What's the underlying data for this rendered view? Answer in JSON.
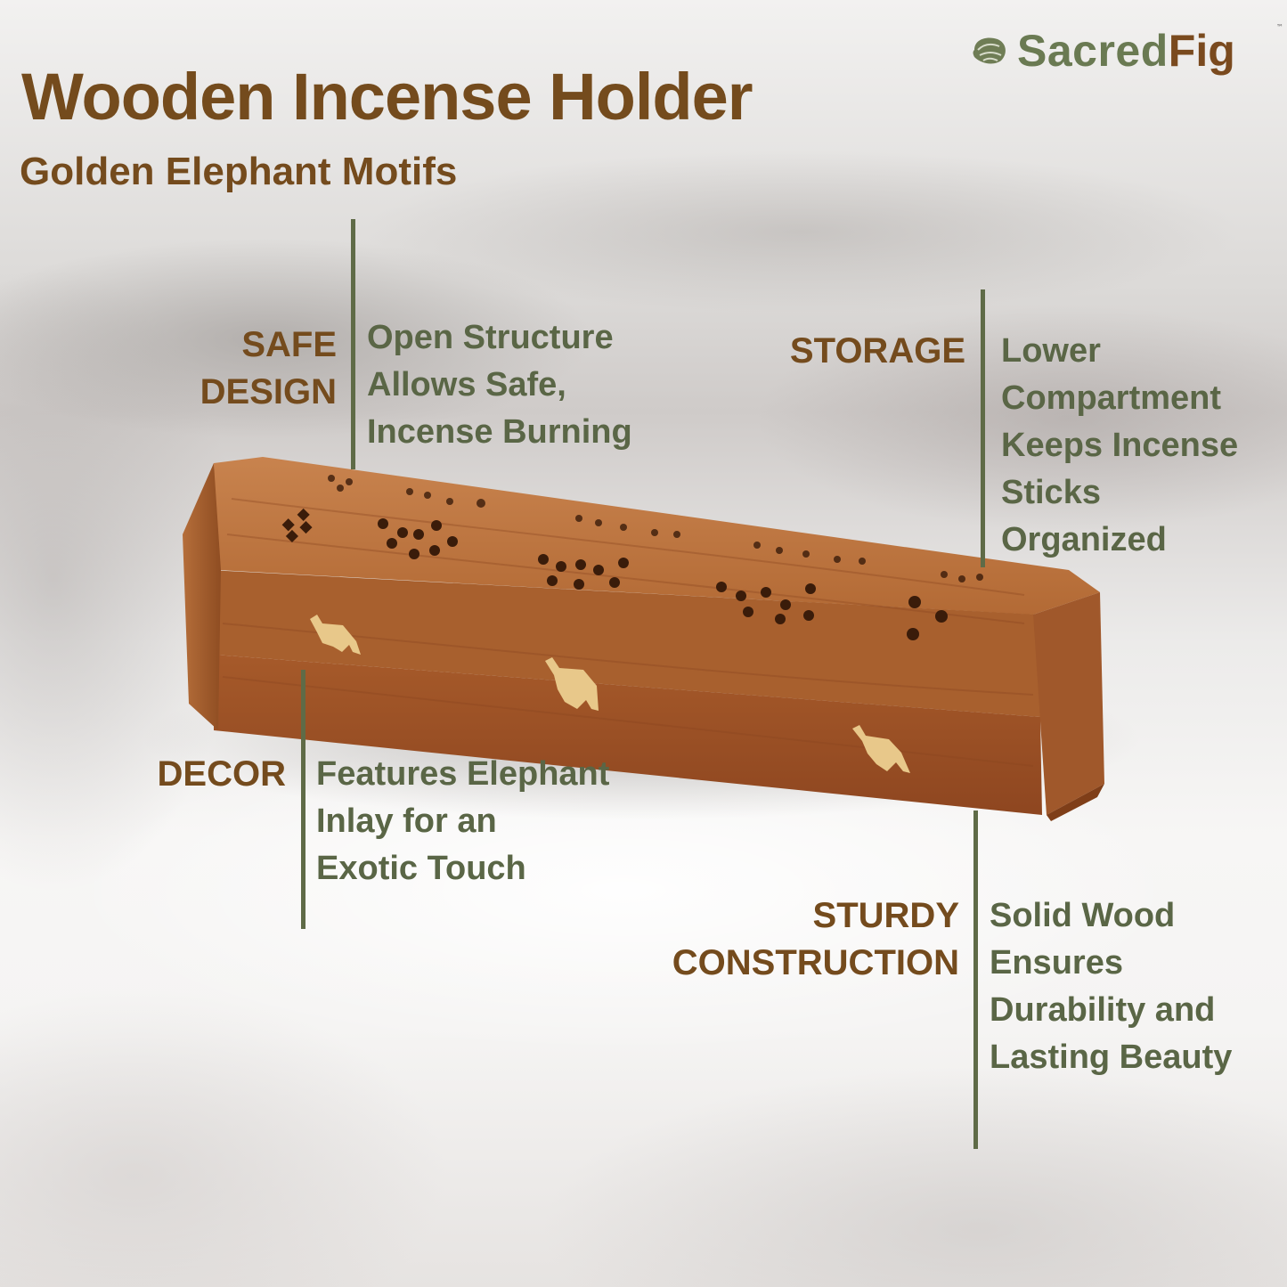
{
  "brand": {
    "name_part1": "Sacred",
    "name_part2": "Fig",
    "trademark": "™",
    "logo_icon": "leaf-icon",
    "colors": {
      "green": "#6a7a52",
      "brown": "#7a4a1e"
    }
  },
  "header": {
    "title": "Wooden Incense Holder",
    "subtitle": "Golden Elephant Motifs"
  },
  "features": [
    {
      "label": "SAFE\nDESIGN",
      "description": "Open Structure\nAllows Safe,\nIncense Burning"
    },
    {
      "label": "STORAGE",
      "description": "Lower\nCompartment\nKeeps Incense\nSticks\nOrganized"
    },
    {
      "label": "DECOR",
      "description": "Features Elephant\nInlay for an\nExotic Touch"
    },
    {
      "label": "STURDY\nCONSTRUCTION",
      "description": "Solid Wood\nEnsures\nDurability and\nLasting Beauty"
    }
  ],
  "product": {
    "image": "wooden-incense-box-photo",
    "inlay_icon": "elephant-icon",
    "inlay_count": 3
  },
  "colors": {
    "heading": "#744b1d",
    "description": "#5a6646",
    "divider": "#5f6b47"
  }
}
